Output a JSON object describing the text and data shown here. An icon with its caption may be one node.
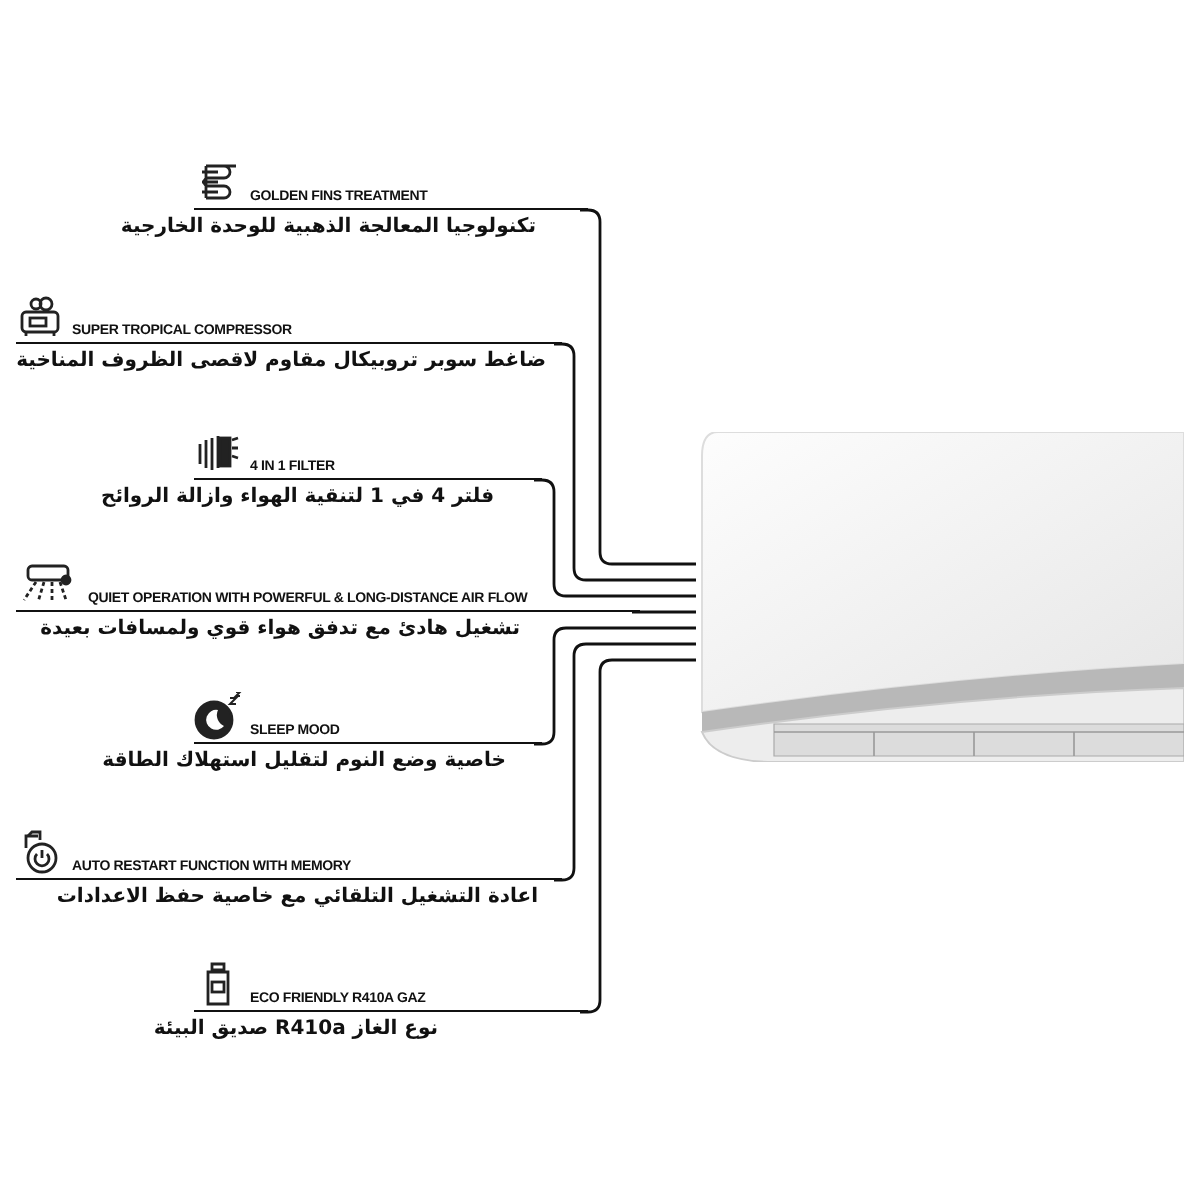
{
  "diagram": {
    "nodes": [
      {
        "text": [
          "GOLDEN FINS TREATMENT",
          "تكنولوجيا المعالجة الذهبية للوحدة الخارجية"
        ]
      },
      {
        "text": [
          "SUPER TROPICAL COMPRESSOR",
          "ضاغط سوبر تروبيكال مقاوم لاقصى الظروف المناخية"
        ]
      },
      {
        "text": [
          "4 IN 1 FILTER",
          "فلتر 4 في 1 لتنقية الهواء وازالة الروائح"
        ]
      },
      {
        "text": [
          "QUIET OPERATION WITH POWERFUL & LONG-DISTANCE AIR FLOW",
          "تشغيل هادئ مع تدفق هواء قوي ولمسافات بعيدة"
        ]
      },
      {
        "text": [
          "SLEEP MOOD",
          "خاصية وضع النوم لتقليل استهلاك الطاقة"
        ]
      },
      {
        "text": [
          "AUTO RESTART FUNCTION WITH MEMORY",
          "اعادة التشغيل التلقائي مع خاصية حفظ الاعدادات"
        ]
      },
      {
        "text": [
          "ECO FRIENDLY R410A GAZ",
          "نوع الغاز R410a صديق البيئة"
        ]
      },
      {
        "text": [],
        "shape": "picture"
      }
    ],
    "edges": [
      {
        "from": 0,
        "to": 7,
        "arrow": "none"
      },
      {
        "from": 1,
        "to": 7,
        "arrow": "none"
      },
      {
        "from": 2,
        "to": 7,
        "arrow": "none"
      },
      {
        "from": 3,
        "to": 7,
        "arrow": "none"
      },
      {
        "from": 4,
        "to": 7,
        "arrow": "none"
      },
      {
        "from": 5,
        "to": 7,
        "arrow": "none"
      },
      {
        "from": 6,
        "to": 7,
        "arrow": "none"
      }
    ]
  }
}
